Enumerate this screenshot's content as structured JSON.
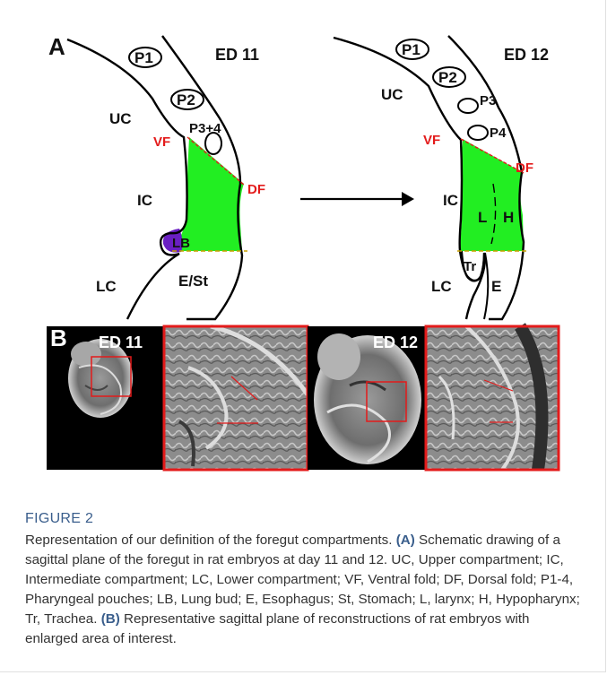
{
  "panel_a": {
    "letter": "A",
    "left": {
      "stage": "ED 11",
      "p1": "P1",
      "p2": "P2",
      "p34": "P3+4",
      "uc": "UC",
      "ic": "IC",
      "lc": "LC",
      "vf": "VF",
      "df": "DF",
      "lb": "LB",
      "est": "E/St"
    },
    "right": {
      "stage": "ED 12",
      "p1": "P1",
      "p2": "P2",
      "p3": "P3",
      "p4": "P4",
      "uc": "UC",
      "ic": "IC",
      "lc": "LC",
      "vf": "VF",
      "df": "DF",
      "l": "L",
      "h": "H",
      "tr": "Tr",
      "e": "E"
    }
  },
  "panel_b": {
    "letter": "B",
    "left_stage": "ED 11",
    "right_stage": "ED 12"
  },
  "colors": {
    "compartment_fill": "#22ee22",
    "lung_bud_fill": "#6a1fc2",
    "fold_line": "#e31b1b",
    "boundary_line": "#c8a000",
    "frame": "#e31b1b"
  },
  "caption": {
    "label": "FIGURE 2",
    "intro": "Representation of our definition of the foregut compartments.",
    "a_marker": "(A)",
    "a_text": "Schematic drawing of a sagittal plane of the foregut in rat embryos at day 11 and 12. UC, Upper compartment; IC, Intermediate compartment; LC, Lower compartment; VF, Ventral fold; DF, Dorsal fold; P1-4, Pharyngeal pouches; LB, Lung bud; E, Esophagus; St, Stomach; L, larynx; H, Hypopharynx; Tr, Trachea.",
    "b_marker": "(B)",
    "b_text": "Representative sagittal plane of reconstructions of rat embryos with enlarged area of interest."
  }
}
